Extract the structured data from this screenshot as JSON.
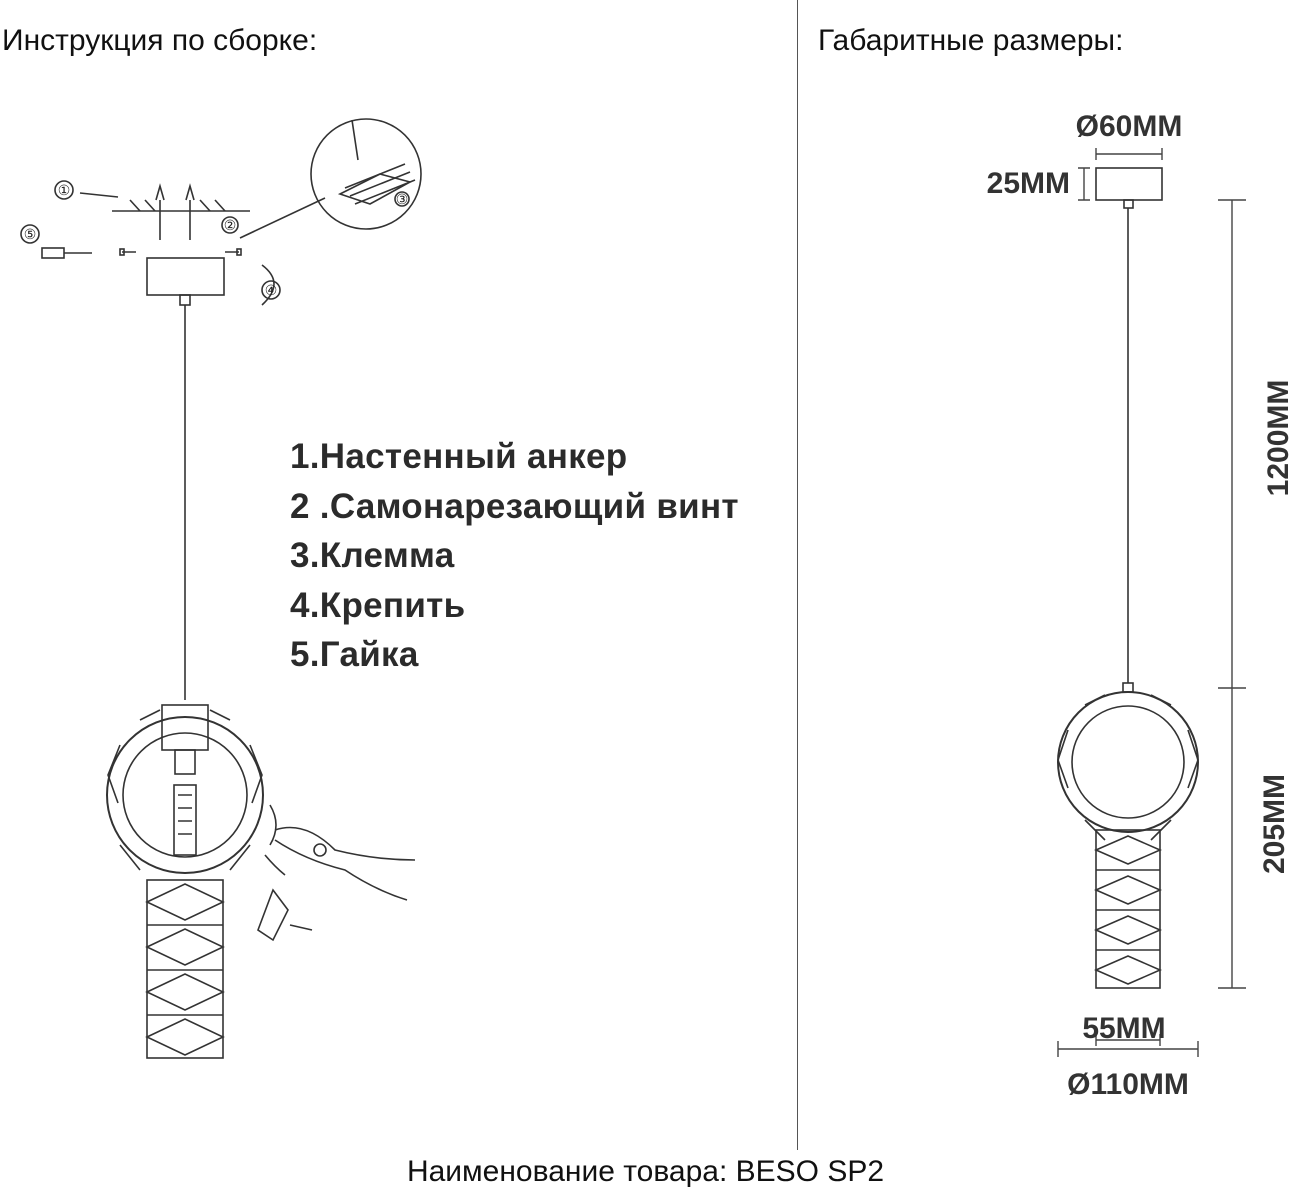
{
  "headings": {
    "assembly": "Инструкция по сборке:",
    "dimensions": "Габаритные размеры:"
  },
  "legend": [
    "1.Настенный анкер",
    "2 .Самонарезающий винт",
    "3.Клемма",
    "4.Крепить",
    "5.Гайка"
  ],
  "callouts": [
    "①",
    "②",
    "③",
    "④",
    "⑤"
  ],
  "dimensions": {
    "canopy_diameter": "Ø60MM",
    "canopy_height": "25MM",
    "cable_length": "1200MM",
    "body_height": "205MM",
    "body_width": "55MM",
    "ring_diameter": "Ø110MM"
  },
  "product": {
    "name_label": "Наименование товара: BESO SP2"
  }
}
